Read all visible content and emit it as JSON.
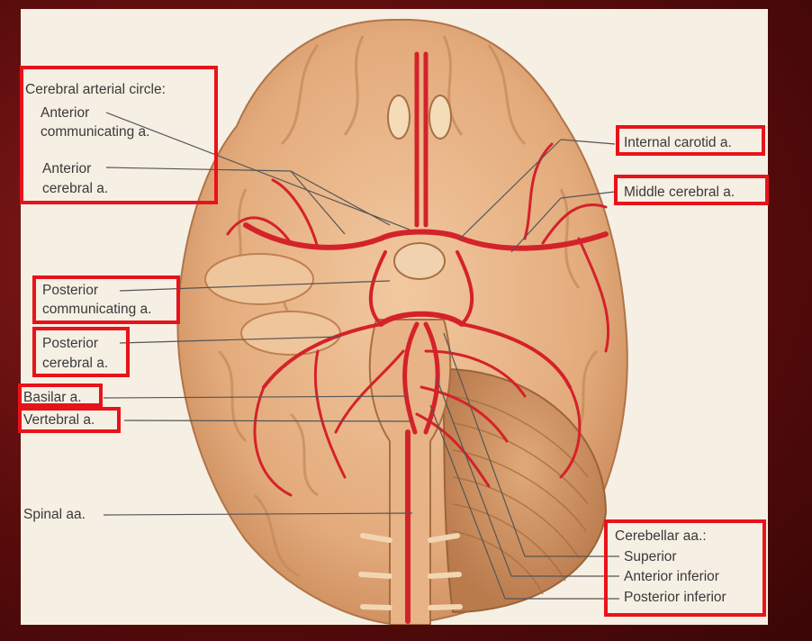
{
  "labels": {
    "circle_title": "Cerebral arterial circle:",
    "acomm_1": "Anterior",
    "acomm_2": "communicating a.",
    "aca_1": "Anterior",
    "aca_2": "cerebral a.",
    "pcomm_1": "Posterior",
    "pcomm_2": "communicating a.",
    "pca_1": "Posterior",
    "pca_2": "cerebral a.",
    "basilar": "Basilar a.",
    "vertebral": "Vertebral a.",
    "spinal": "Spinal aa.",
    "internal_carotid": "Internal carotid a.",
    "middle_cerebral": "Middle cerebral a.",
    "cerebellar_title": "Cerebellar aa.:",
    "superior": "Superior",
    "anterior_inferior": "Anterior inferior",
    "posterior_inferior": "Posterior inferior"
  },
  "colors": {
    "highlight_box": "#e8131a",
    "artery": "#d4222a",
    "brain_tissue": "#e8b58a",
    "leader_line": "#555555"
  }
}
